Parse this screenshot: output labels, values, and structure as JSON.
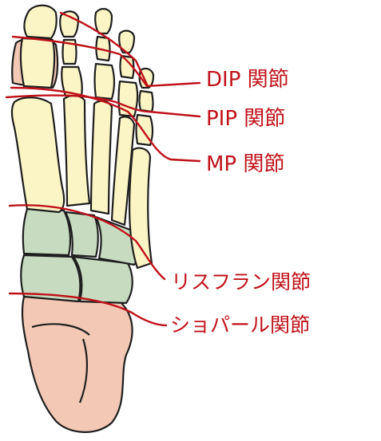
{
  "labels": {
    "dip": "DIP 関節",
    "pip": "PIP 関節",
    "mp": "MP 関節",
    "lisfranc": "リスフラン関節",
    "chopart": "ショパール関節"
  },
  "colors": {
    "phalanx": "#fbf4c4",
    "metatarsal": "#fbf4c4",
    "tarsal_mid": "#c6dbbf",
    "tarsal_rear": "#f3c9b5",
    "outline": "#1e1e1e",
    "joint_line": "#c0121a"
  }
}
